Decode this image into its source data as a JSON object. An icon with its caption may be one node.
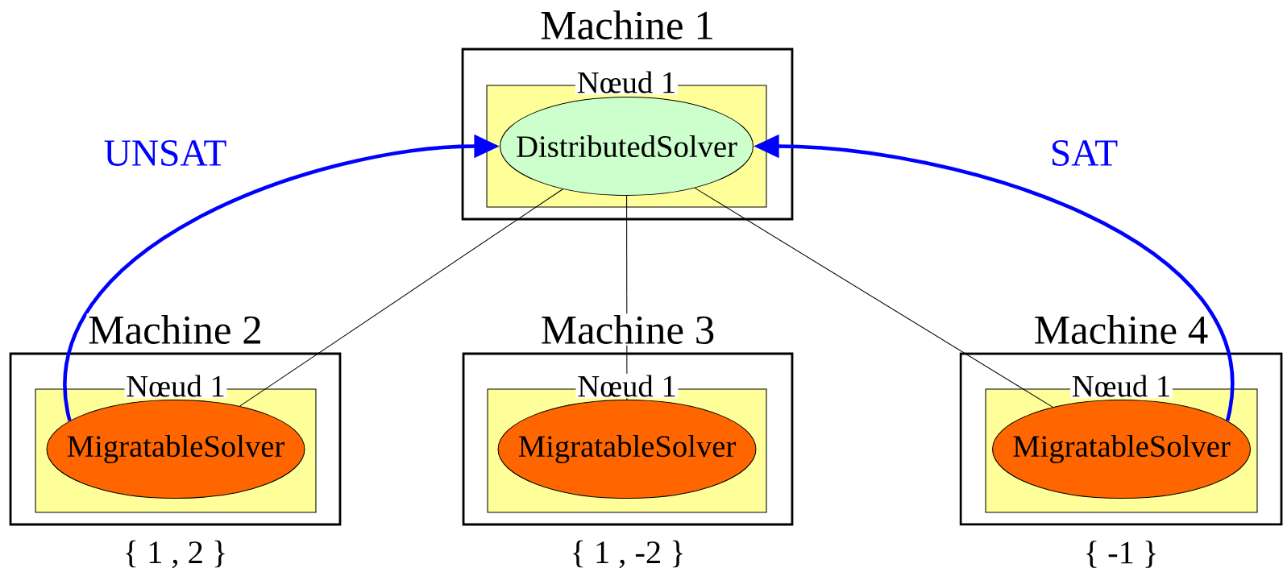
{
  "diagram": {
    "nodes": [
      {
        "text": [
          "Machine 1"
        ]
      },
      {
        "text": [
          "Nœud 1"
        ],
        "in": 0
      },
      {
        "text": [
          "DistributedSolver"
        ],
        "in": 1
      },
      {
        "text": [
          "Machine 2"
        ],
        "beside": [
          "{ 1 , 2 }"
        ]
      },
      {
        "text": [
          "Nœud 1"
        ],
        "in": 3
      },
      {
        "text": [
          "MigratableSolver"
        ],
        "in": 4
      },
      {
        "text": [
          "Machine 3"
        ],
        "beside": [
          "{ 1 , -2 }"
        ]
      },
      {
        "text": [
          "Nœud 1"
        ],
        "in": 6
      },
      {
        "text": [
          "MigratableSolver"
        ],
        "in": 7
      },
      {
        "text": [
          "Machine 4"
        ],
        "beside": [
          "{ -1 }"
        ]
      },
      {
        "text": [
          "Nœud 1"
        ],
        "in": 9
      },
      {
        "text": [
          "MigratableSolver"
        ],
        "in": 10
      }
    ],
    "edges": [
      {
        "from": 5,
        "to": 2,
        "arrow": "to",
        "label": "UNSAT",
        "style": "thick",
        "color": "#0000ff"
      },
      {
        "from": 2,
        "to": 5,
        "arrow": "none"
      },
      {
        "from": 2,
        "to": 8,
        "arrow": "none"
      },
      {
        "from": 2,
        "to": 11,
        "arrow": "none"
      },
      {
        "from": 11,
        "to": 2,
        "arrow": "to",
        "label": "SAT",
        "style": "thick",
        "color": "#0000ff"
      }
    ]
  }
}
